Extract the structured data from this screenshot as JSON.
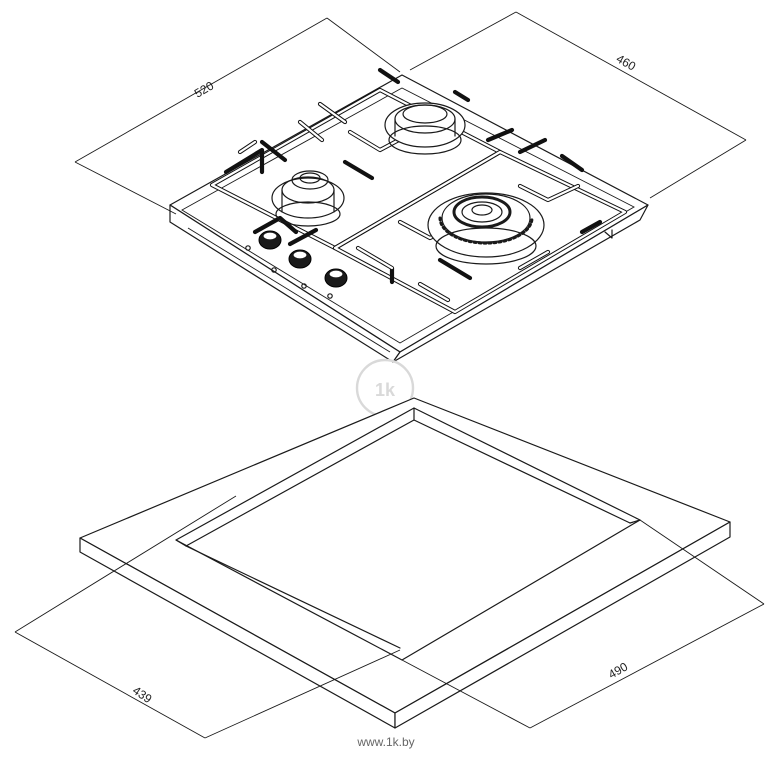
{
  "diagram": {
    "kind": "gas hob installation drawing",
    "dimensions": {
      "hob_width": "520",
      "hob_depth": "460",
      "cutout_width": "490",
      "cutout_depth": "439"
    },
    "burners": 3,
    "knobs": 3
  },
  "watermark": {
    "site": "www.1k.by",
    "logo_text": "1k"
  },
  "colors": {
    "line": "#1a1a1a",
    "background": "#ffffff",
    "watermark": "#d9d9d9"
  }
}
